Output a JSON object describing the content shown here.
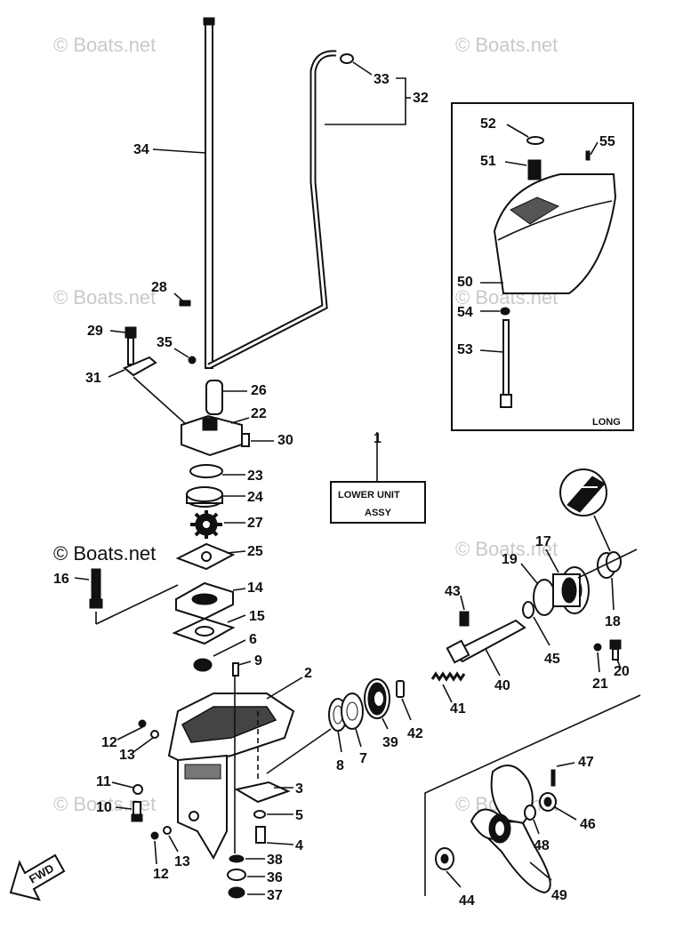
{
  "watermark": "© Boats.net",
  "assy_box": {
    "line1": "LOWER UNIT",
    "line2": "ASSY",
    "ref": "1"
  },
  "inset": {
    "caption": "LONG"
  },
  "fwd_label": "FWD",
  "callouts": {
    "c34": "34",
    "c33": "33",
    "c32": "32",
    "c28": "28",
    "c29": "29",
    "c35": "35",
    "c31": "31",
    "c26": "26",
    "c22": "22",
    "c30": "30",
    "c23": "23",
    "c24": "24",
    "c27": "27",
    "c25": "25",
    "c16": "16",
    "c14": "14",
    "c15": "15",
    "c6": "6",
    "c9": "9",
    "c2": "2",
    "c12a": "12",
    "c13a": "13",
    "c11": "11",
    "c10": "10",
    "c12b": "12",
    "c13b": "13",
    "c3": "3",
    "c5": "5",
    "c4": "4",
    "c38": "38",
    "c36": "36",
    "c37": "37",
    "c52": "52",
    "c55": "55",
    "c51": "51",
    "c50": "50",
    "c54": "54",
    "c53": "53",
    "c43": "43",
    "c40": "40",
    "c41": "41",
    "c45": "45",
    "c19": "19",
    "c17": "17",
    "c18": "18",
    "c21": "21",
    "c20": "20",
    "c8": "8",
    "c7": "7",
    "c39": "39",
    "c42": "42",
    "c47": "47",
    "c46": "46",
    "c48": "48",
    "c44": "44",
    "c49": "49"
  }
}
